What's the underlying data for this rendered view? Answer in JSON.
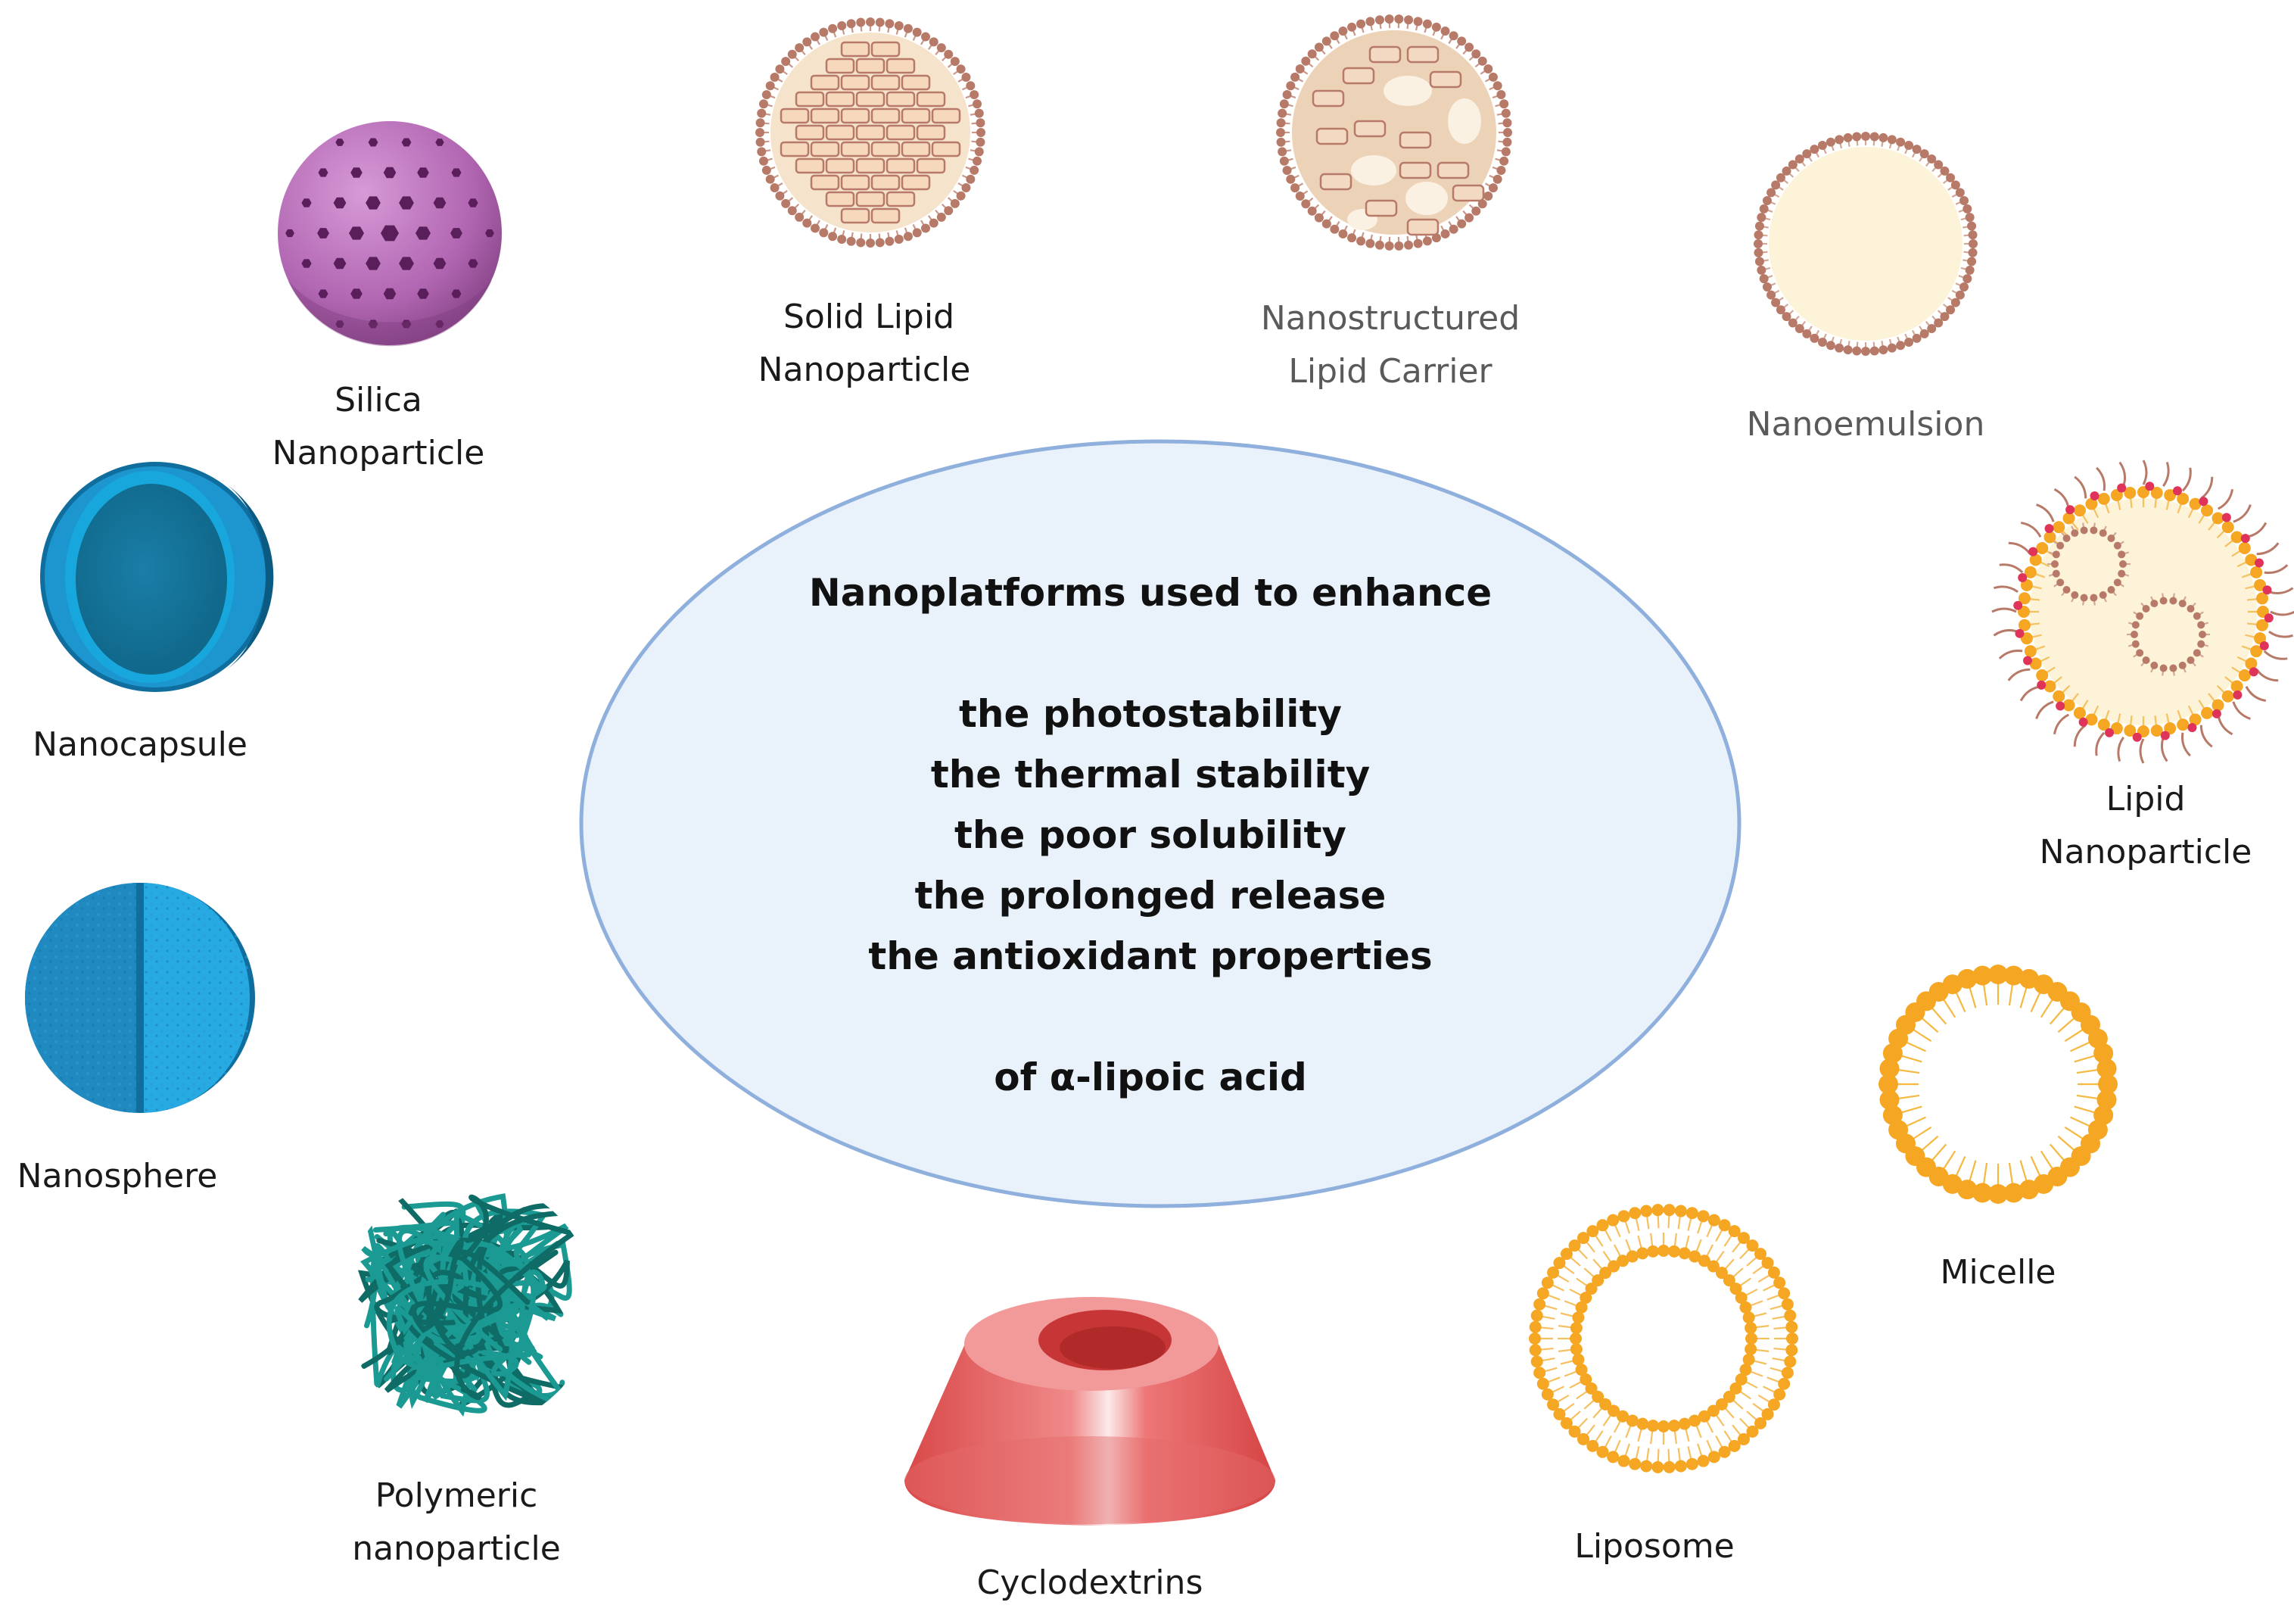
{
  "center": {
    "heading": "Nanoplatforms used to enhance",
    "items": [
      "the photostability",
      "the thermal stability",
      "the poor solubility",
      "the prolonged release",
      "the antioxidant properties"
    ],
    "footer": "of α-lipoic acid"
  },
  "labels": {
    "silica": [
      "Silica",
      "Nanoparticle"
    ],
    "sln": [
      "Solid Lipid",
      "Nanoparticle"
    ],
    "nlc": [
      "Nanostructured",
      "Lipid Carrier"
    ],
    "nanoemulsion": [
      "Nanoemulsion"
    ],
    "lipid_np": [
      "Lipid",
      "Nanoparticle"
    ],
    "micelle": [
      "Micelle"
    ],
    "liposome": [
      "Liposome"
    ],
    "cyclodextrins": [
      "Cyclodextrins"
    ],
    "polymeric": [
      "Polymeric",
      "nanoparticle"
    ],
    "nanosphere": [
      "Nanosphere"
    ],
    "nanocapsule": [
      "Nanocapsule"
    ]
  },
  "colors": {
    "ellipse_fill": "#e9f1fb",
    "ellipse_stroke": "#8fb0dc",
    "silica": "#b468b4",
    "lipid_shell": "#b87a68",
    "lipid_core": "#f1ddc4",
    "emulsion_core": "#fdf3d8",
    "micelle": "#f5a623",
    "polymer": "#178f88",
    "capsule_blue": "#1e8fc4",
    "cyclodextrin": "#e05050"
  }
}
